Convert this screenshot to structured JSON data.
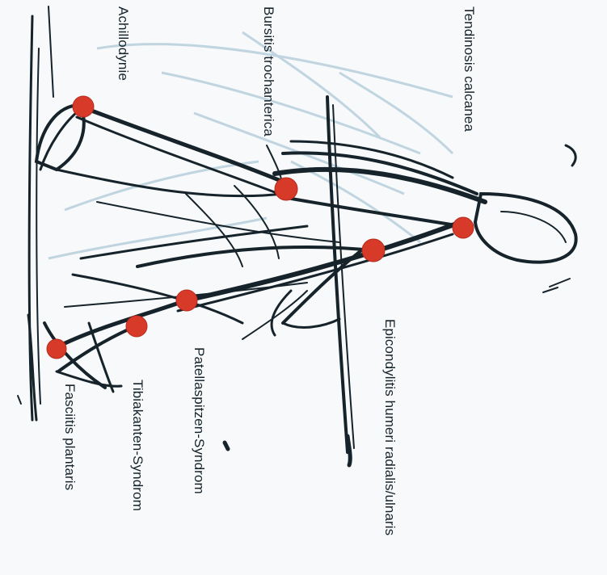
{
  "labels": {
    "tendinosis_calcanea": "Tendinosis calcanea",
    "bursitis_trochanterica": "Bursitis trochanterica",
    "achillodynie": "Achillodynie",
    "epicondylitis": "Epicondylitis humeri radialis/ulnaris",
    "patellaspitzen": "Patellaspitzen-Syndrom",
    "tibiakanten": "Tibiakanten-Syndrom",
    "fasciitis": "Fasciitis plantaris"
  },
  "colors": {
    "ink": "#16232b",
    "marker": "#d83a2a",
    "faint_sketch": "#a9c6d6",
    "paper": "#f7f9fa"
  }
}
